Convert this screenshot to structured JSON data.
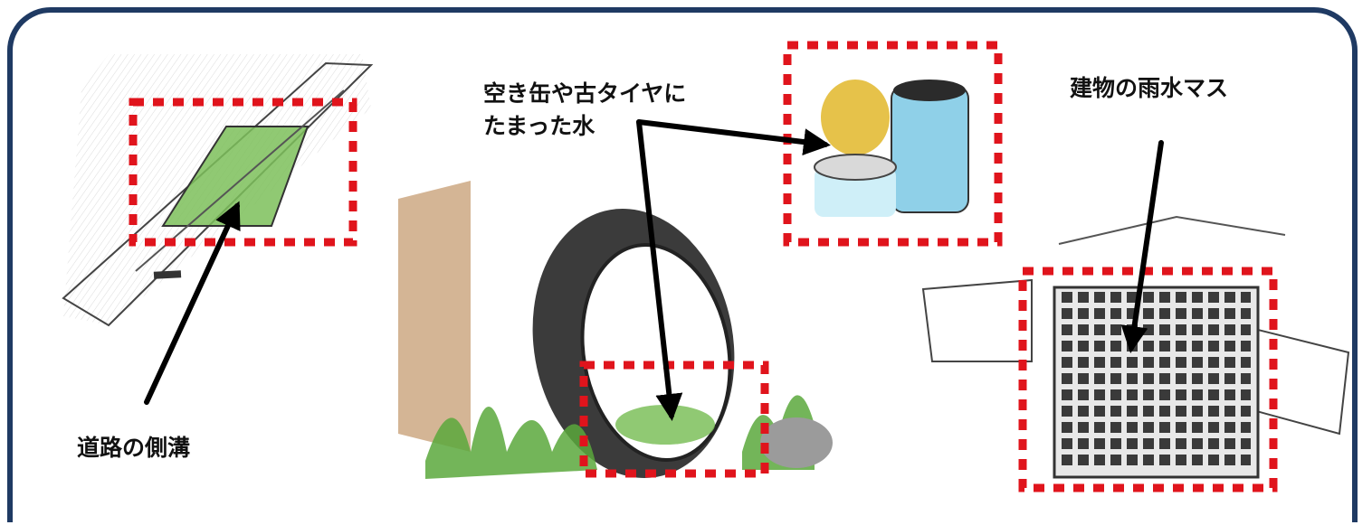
{
  "labels": {
    "cans_tires": [
      "空き缶や古タイヤに",
      "たまった水"
    ],
    "rain_basin": "建物の雨水マス",
    "gutter": "道路の側溝"
  },
  "colors": {
    "frame": "#1f3a63",
    "highlight_box": "#e0141c",
    "arrow": "#000000",
    "water": "#7cbf5a",
    "grass": "#5aa83c",
    "wall": "#c9a27a"
  },
  "icons": [
    "gutter-illustration",
    "tire-illustration",
    "cans-illustration",
    "grate-illustration"
  ]
}
